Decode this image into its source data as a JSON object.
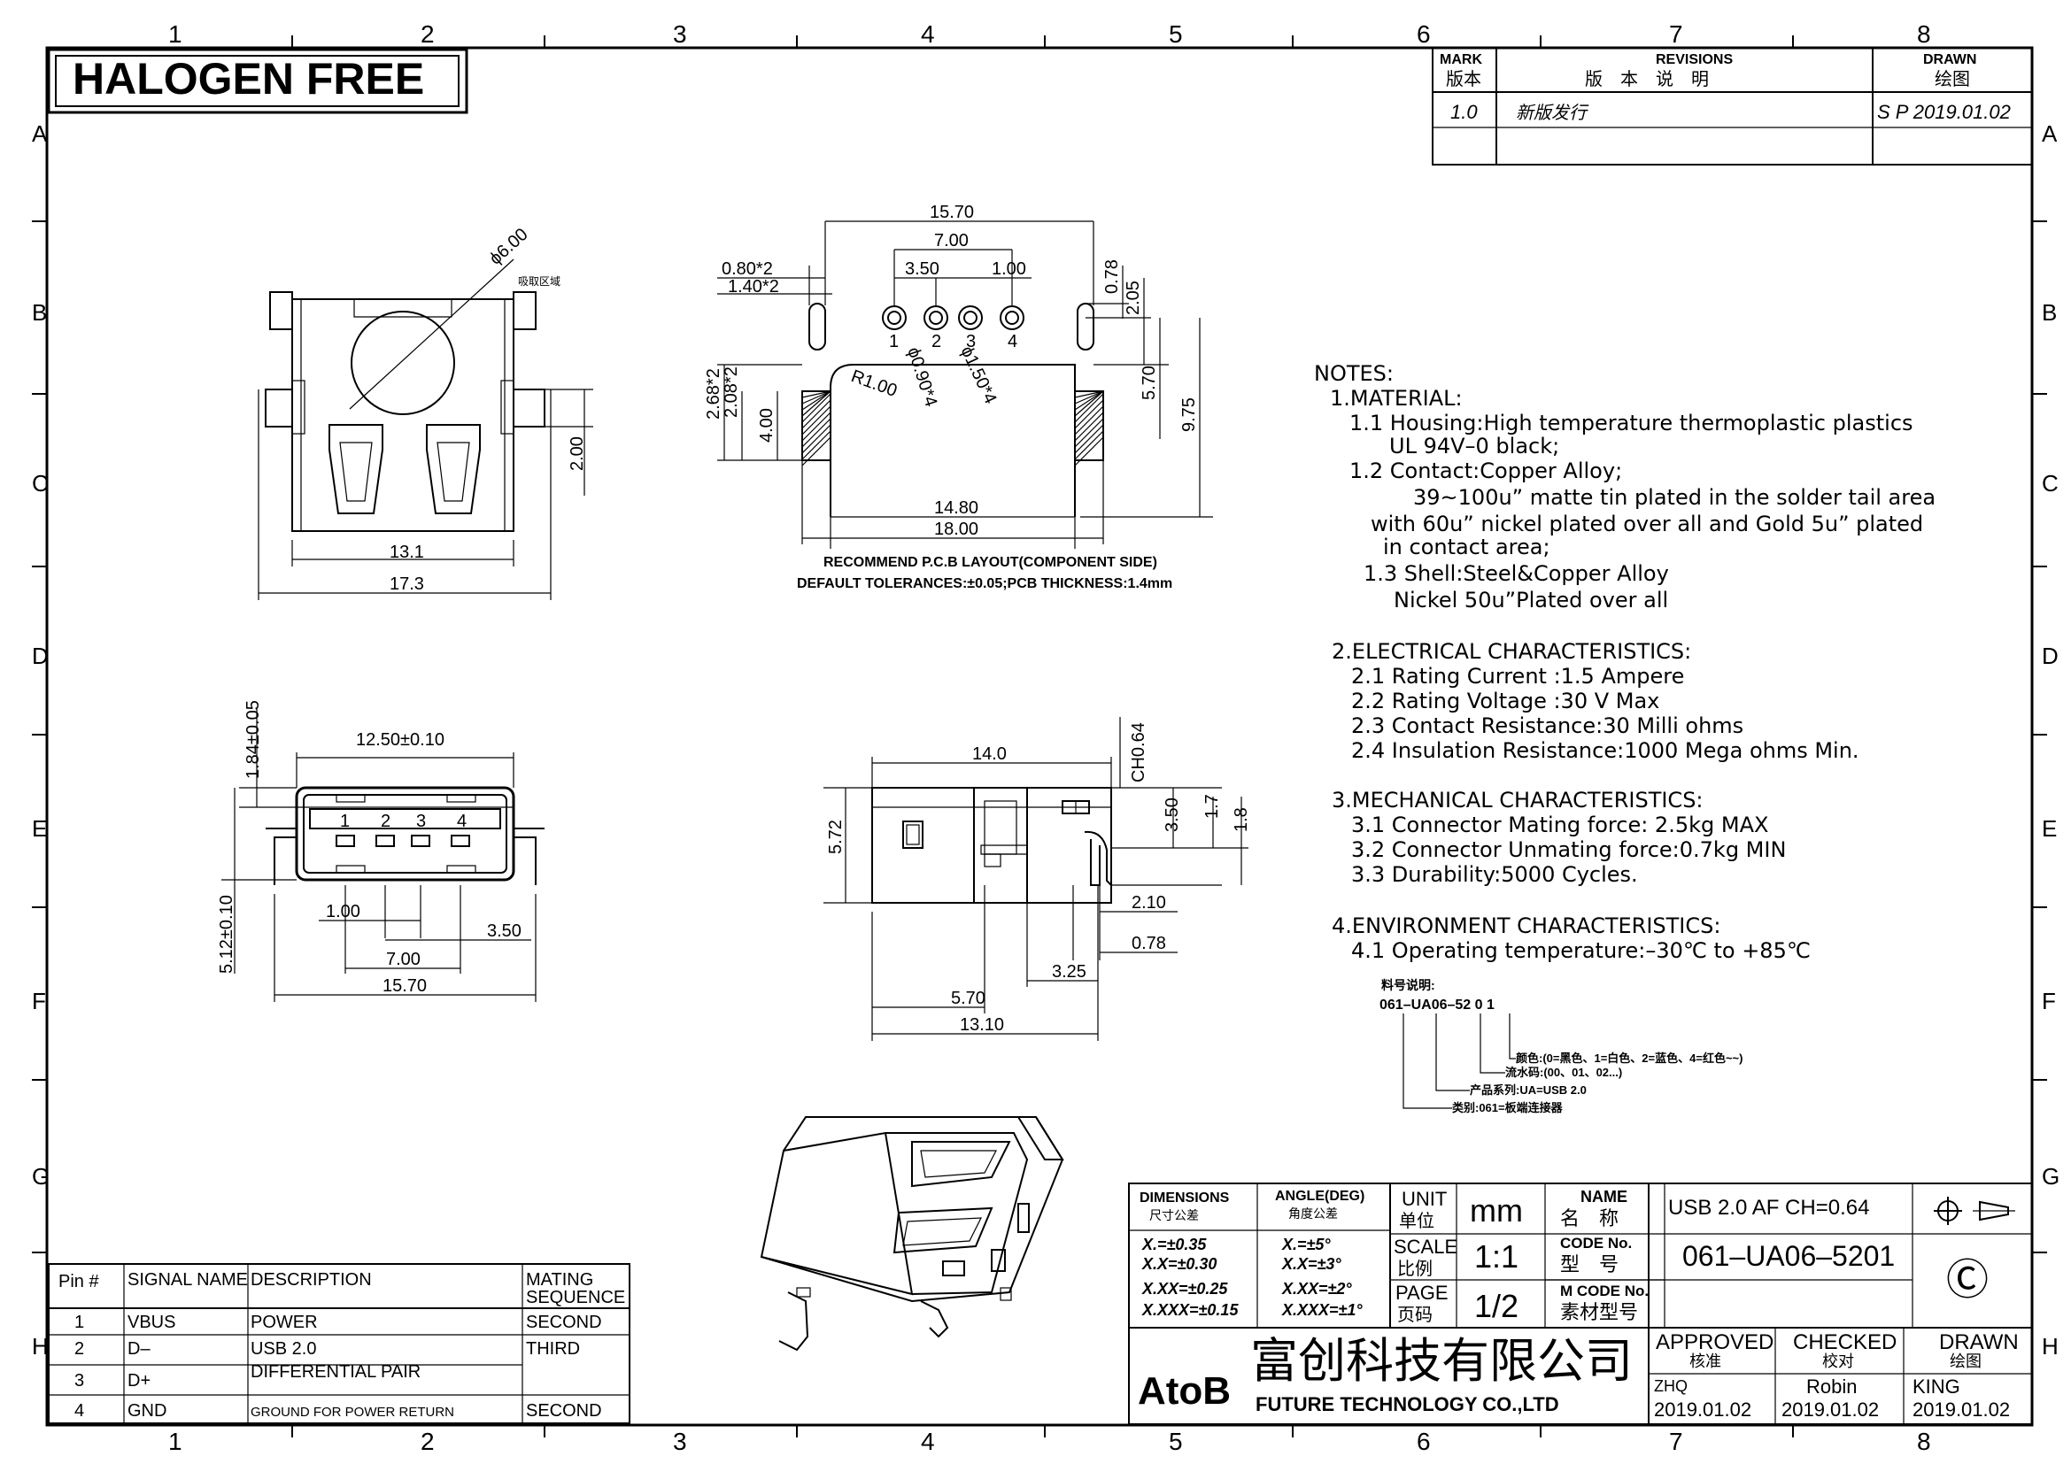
{
  "header": {
    "stamp": "HALOGEN FREE"
  },
  "frame": {
    "columns": [
      "1",
      "2",
      "3",
      "4",
      "5",
      "6",
      "7",
      "8"
    ],
    "rows": [
      "A",
      "B",
      "C",
      "D",
      "E",
      "F",
      "G",
      "H"
    ]
  },
  "revisions": {
    "mark_en": "MARK",
    "mark_cn": "版本",
    "rev_en": "REVISIONS",
    "rev_cn": "版　本　说　明",
    "drawn_en": "DRAWN",
    "drawn_cn": "绘图",
    "rows": [
      {
        "mark": "1.0",
        "desc": "新版发行",
        "drawn": "S P 2019.01.02"
      }
    ]
  },
  "top_view": {
    "dims": {
      "d6": "ϕ6.00",
      "pick": "吸取区域",
      "d200": "2.00",
      "d131": "13.1",
      "d173": "17.3"
    }
  },
  "pcb_layout": {
    "dims": {
      "d1570": "15.70",
      "d700": "7.00",
      "d350": "3.50",
      "d100": "1.00",
      "d080": "0.80*2",
      "d140": "1.40*2",
      "d078": "0.78",
      "d205": "2.05",
      "d268": "2.68*2",
      "d208": "2.08*2",
      "d400": "4.00",
      "d570": "5.70",
      "d975": "9.75",
      "r100": "R1.00",
      "h090": "ϕ0.90*4",
      "h150": "ϕ1.50*4",
      "d1480": "14.80",
      "d1800": "18.00"
    },
    "pins": [
      "1",
      "2",
      "3",
      "4"
    ],
    "caption1": "RECOMMEND P.C.B LAYOUT(COMPONENT SIDE)",
    "caption2": "DEFAULT TOLERANCES:±0.05;PCB THICKNESS:1.4mm"
  },
  "front_view": {
    "dims": {
      "d1250": "12.50±0.10",
      "d184": "1.84±0.05",
      "d512": "5.12±0.10",
      "d100": "1.00",
      "d350": "3.50",
      "d700": "7.00",
      "d1570": "15.70"
    },
    "pins": [
      "1",
      "2",
      "3",
      "4"
    ]
  },
  "side_view": {
    "dims": {
      "d140": "14.0",
      "ch": "CH0.64",
      "d350": "3.50",
      "d17": "1.7",
      "d18": "1.8",
      "d572": "5.72",
      "d210": "2.10",
      "d078": "0.78",
      "d325": "3.25",
      "d570": "5.70",
      "d1310": "13.10"
    }
  },
  "notes": [
    "NOTES:",
    "1.MATERIAL:",
    "1.1  Housing:High  temperature  thermoplastic  plastics",
    "UL  94V–0  black;",
    "1.2  Contact:Copper  Alloy;",
    "39~100u”  matte  tin  plated  in  the  solder  tail  area",
    "with  60u”  nickel  plated  over  all  and  Gold  5u”  plated",
    "in  contact  area;",
    "1.3  Shell:Steel&Copper  Alloy",
    "Nickel  50u”Plated  over  all",
    "2.ELECTRICAL  CHARACTERISTICS:",
    "2.1  Rating  Current  :1.5  Ampere",
    "2.2  Rating  Voltage  :30  V  Max",
    "2.3  Contact  Resistance:30  Milli  ohms",
    "2.4  Insulation  Resistance:1000  Mega  ohms  Min.",
    "3.MECHANICAL  CHARACTERISTICS:",
    "3.1  Connector  Mating  force: 2.5kg  MAX",
    "3.2  Connector  Unmating  force:0.7kg  MIN",
    "3.3  Durability:5000  Cycles.",
    "4.ENVIRONMENT  CHARACTERISTICS:",
    "4.1  Operating  temperature:–30℃  to  +85℃"
  ],
  "part_code": {
    "title": "料号说明:",
    "code": "061–UA06–52  0  1",
    "legend": [
      "颜色:(0=黑色、1=白色、2=蓝色、4=红色~~)",
      "流水码:(00、01、02...)",
      "产品系列:UA=USB  2.0",
      "类别:061=板端连接器"
    ]
  },
  "pin_table": {
    "headers": [
      "Pin  #",
      "SIGNAL  NAME",
      "DESCRIPTION",
      "MATING\nSEQUENCE"
    ],
    "rows": [
      {
        "pin": "1",
        "signal": "VBUS",
        "desc": "POWER",
        "seq": "SECOND"
      },
      {
        "pin": "2",
        "signal": "D–",
        "desc": "USB  2.0",
        "seq": "THIRD"
      },
      {
        "pin": "3",
        "signal": "D+",
        "desc": "DIFFERENTIAL  PAIR",
        "seq": ""
      },
      {
        "pin": "4",
        "signal": "GND",
        "desc": "GROUND  FOR  POWER  RETURN",
        "seq": "SECOND"
      }
    ]
  },
  "title_block": {
    "dim_en": "DIMENSIONS",
    "dim_cn": "尺寸公差",
    "ang_en": "ANGLE(DEG)",
    "ang_cn": "角度公差",
    "tol_lin": [
      "X.=±0.35",
      "X.X=±0.30",
      "X.XX=±0.25",
      "X.XXX=±0.15"
    ],
    "tol_ang": [
      "X.=±5°",
      "X.X=±3°",
      "X.XX=±2°",
      "X.XXX=±1°"
    ],
    "unit_en": "UNIT",
    "unit_cn": "单位",
    "unit": "mm",
    "scale_en": "SCALE",
    "scale_cn": "比例",
    "scale": "1:1",
    "page_en": "PAGE",
    "page_cn": "页码",
    "page": "1/2",
    "name_en": "NAME",
    "name_cn": "名　称",
    "name": "USB  2.0  AF  CH=0.64",
    "code_en": "CODE  No.",
    "code_cn": "型　号",
    "code": "061–UA06–5201",
    "mcode_en": "M  CODE  No.",
    "mcode_cn": "素材型号",
    "copyright": "Ⓒ",
    "logo": "AtoB",
    "company_cn": "富创科技有限公司",
    "company_en": "FUTURE  TECHNOLOGY  CO.,LTD",
    "approved_en": "APPROVED",
    "approved_cn": "核准",
    "approved_by": "ZHQ",
    "approved_date": "2019.01.02",
    "checked_en": "CHECKED",
    "checked_cn": "校对",
    "checked_by": "Robin",
    "checked_date": "2019.01.02",
    "drawn_en": "DRAWN",
    "drawn_cn": "绘图",
    "drawn_by": "KING",
    "drawn_date": "2019.01.02"
  }
}
